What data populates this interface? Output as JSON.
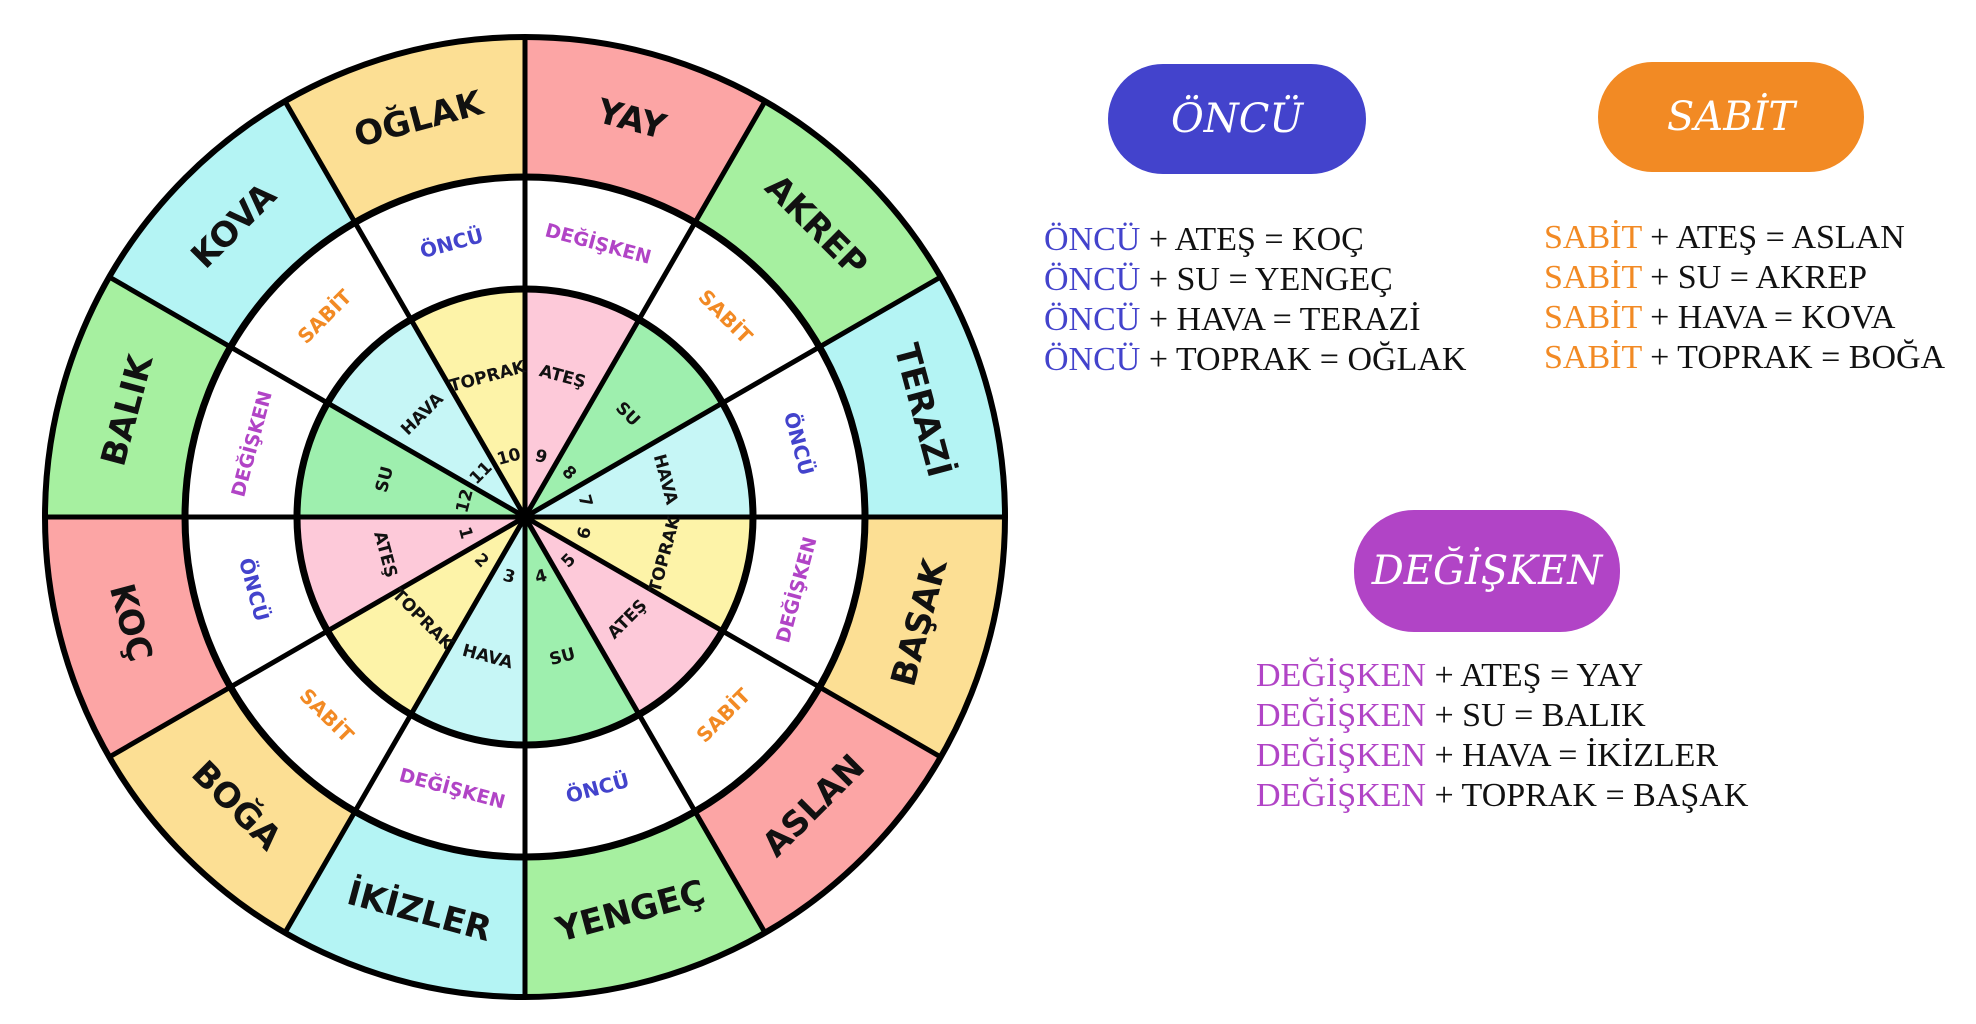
{
  "colors": {
    "oncu": "#4343cc",
    "sabit": "#f28a24",
    "degisken": "#b144c6",
    "ates_outer": "#fca5a5",
    "toprak_outer": "#fcdf94",
    "hava_outer": "#b4f4f4",
    "su_outer": "#a6f0a0",
    "ates_inner": "#fdc9d9",
    "toprak_inner": "#fdf3a8",
    "hava_inner": "#c6f6f6",
    "su_inner": "#9eefae"
  },
  "wheel": {
    "sectors": [
      {
        "number": "1",
        "sign": "KOÇ",
        "modality": "ÖNCÜ",
        "modality_key": "oncu",
        "element": "ATEŞ",
        "element_key": "ates"
      },
      {
        "number": "2",
        "sign": "BOĞA",
        "modality": "SABİT",
        "modality_key": "sabit",
        "element": "TOPRAK",
        "element_key": "toprak"
      },
      {
        "number": "3",
        "sign": "İKİZLER",
        "modality": "DEĞİŞKEN",
        "modality_key": "degisken",
        "element": "HAVA",
        "element_key": "hava"
      },
      {
        "number": "4",
        "sign": "YENGEÇ",
        "modality": "ÖNCÜ",
        "modality_key": "oncu",
        "element": "SU",
        "element_key": "su"
      },
      {
        "number": "5",
        "sign": "ASLAN",
        "modality": "SABİT",
        "modality_key": "sabit",
        "element": "ATEŞ",
        "element_key": "ates"
      },
      {
        "number": "6",
        "sign": "BAŞAK",
        "modality": "DEĞİŞKEN",
        "modality_key": "degisken",
        "element": "TOPRAK",
        "element_key": "toprak"
      },
      {
        "number": "7",
        "sign": "TERAZİ",
        "modality": "ÖNCÜ",
        "modality_key": "oncu",
        "element": "HAVA",
        "element_key": "hava"
      },
      {
        "number": "8",
        "sign": "AKREP",
        "modality": "SABİT",
        "modality_key": "sabit",
        "element": "SU",
        "element_key": "su"
      },
      {
        "number": "9",
        "sign": "YAY",
        "modality": "DEĞİŞKEN",
        "modality_key": "degisken",
        "element": "ATEŞ",
        "element_key": "ates"
      },
      {
        "number": "10",
        "sign": "OĞLAK",
        "modality": "ÖNCÜ",
        "modality_key": "oncu",
        "element": "TOPRAK",
        "element_key": "toprak"
      },
      {
        "number": "11",
        "sign": "KOVA",
        "modality": "SABİT",
        "modality_key": "sabit",
        "element": "HAVA",
        "element_key": "hava"
      },
      {
        "number": "12",
        "sign": "BALIK",
        "modality": "DEĞİŞKEN",
        "modality_key": "degisken",
        "element": "SU",
        "element_key": "su"
      }
    ]
  },
  "groups": {
    "oncu": {
      "title": "ÖNCÜ",
      "lines": [
        {
          "prefix": "ÖNCÜ",
          "rest": " + ATEŞ = KOÇ"
        },
        {
          "prefix": "ÖNCÜ",
          "rest": " + SU = YENGEÇ"
        },
        {
          "prefix": "ÖNCÜ",
          "rest": " + HAVA = TERAZİ"
        },
        {
          "prefix": "ÖNCÜ",
          "rest": " + TOPRAK = OĞLAK"
        }
      ]
    },
    "sabit": {
      "title": "SABİT",
      "lines": [
        {
          "prefix": "SABİT",
          "rest": " + ATEŞ = ASLAN"
        },
        {
          "prefix": "SABİT",
          "rest": " + SU = AKREP"
        },
        {
          "prefix": "SABİT",
          "rest": " + HAVA = KOVA"
        },
        {
          "prefix": "SABİT",
          "rest": " + TOPRAK = BOĞA"
        }
      ]
    },
    "degisken": {
      "title": "DEĞİŞKEN",
      "lines": [
        {
          "prefix": "DEĞİŞKEN",
          "rest": " + ATEŞ = YAY"
        },
        {
          "prefix": "DEĞİŞKEN",
          "rest": " + SU = BALIK"
        },
        {
          "prefix": "DEĞİŞKEN",
          "rest": " + HAVA = İKİZLER"
        },
        {
          "prefix": "DEĞİŞKEN",
          "rest": " + TOPRAK = BAŞAK"
        }
      ]
    }
  }
}
